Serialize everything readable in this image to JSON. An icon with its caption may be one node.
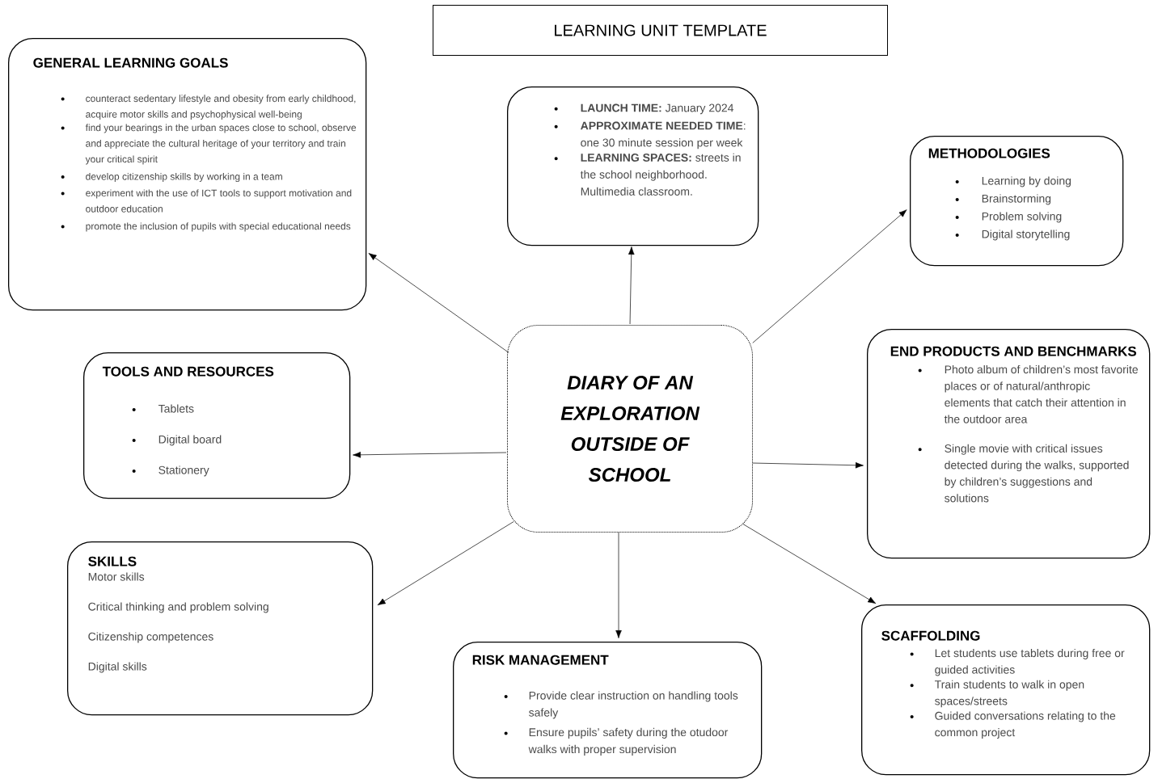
{
  "diagram": {
    "title": "LEARNING UNIT TEMPLATE",
    "nodes": [
      {
        "text": [
          "GENERAL LEARNING GOALS",
          "counteract sedentary lifestyle and obesity from early childhood, acquire motor skills and psychophysical well-being",
          "find your bearings in the urban spaces close to school, observe and appreciate the cultural heritage of your territory and train your critical spirit",
          "develop citizenship skills by working in a team",
          "experiment with the use of ICT tools to support motivation and outdoor education",
          "promote the inclusion of pupils with special educational needs"
        ]
      },
      {
        "text": [
          "**LAUNCH TIME:** January 2024",
          "**APPROXIMATE NEEDED TIME**: one 30 minute session per week",
          "**LEARNING SPACES:** streets in the school neighborhood. Multimedia classroom."
        ]
      },
      {
        "text": [
          "METHODOLOGIES",
          "Learning by doing",
          "Brainstorming",
          "Problem solving",
          "Digital storytelling"
        ]
      },
      {
        "text": [
          "DIARY OF AN EXPLORATION OUTSIDE OF SCHOOL"
        ]
      },
      {
        "text": [
          "TOOLS AND RESOURCES",
          "Tablets",
          "Digital board",
          "Stationery"
        ]
      },
      {
        "text": [
          "END PRODUCTS AND BENCHMARKS",
          "Photo album of children’s most favorite places or of natural/anthropic elements that catch their attention in the outdoor area",
          "Single movie with critical issues detected during the walks, supported by children’s suggestions and solutions"
        ]
      },
      {
        "text": [
          "SKILLS",
          "Motor skills",
          "Critical thinking and problem solving",
          "Citizenship competences",
          "Digital skills"
        ]
      },
      {
        "text": [
          "RISK MANAGEMENT",
          "Provide clear instruction on handling tools safely",
          "Ensure pupils’ safety during the otudoor walks with proper supervision"
        ]
      },
      {
        "text": [
          "SCAFFOLDING",
          "Let  students use tablets during free or guided activities",
          "Train students to walk in open spaces/streets",
          "Guided conversations relating to the common project"
        ]
      }
    ],
    "edges": [
      {
        "from": 3,
        "to": 0,
        "arrow": "to"
      },
      {
        "from": 3,
        "to": 1,
        "arrow": "to"
      },
      {
        "from": 3,
        "to": 2,
        "arrow": "to"
      },
      {
        "from": 3,
        "to": 4,
        "arrow": "to"
      },
      {
        "from": 3,
        "to": 5,
        "arrow": "to"
      },
      {
        "from": 3,
        "to": 6,
        "arrow": "to"
      },
      {
        "from": 3,
        "to": 7,
        "arrow": "to"
      },
      {
        "from": 3,
        "to": 8,
        "arrow": "to"
      }
    ]
  }
}
